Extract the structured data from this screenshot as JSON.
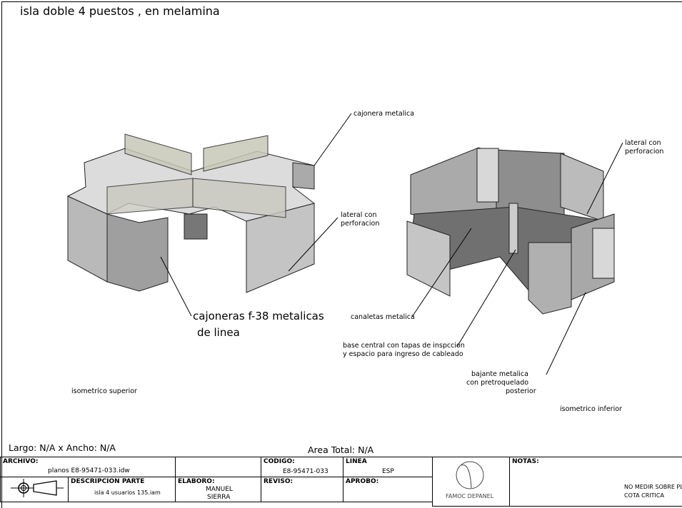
{
  "title": "isla doble 4 puestos , en melamina",
  "annotations": {
    "cajonera_metalica": "cajonera metalica",
    "lateral_perforacion_left": [
      "lateral con",
      "perforacion"
    ],
    "cajoneras_f38": [
      "cajoneras f-38 metalicas",
      "de linea"
    ],
    "lateral_perforacion_right": [
      "lateral con",
      "perforacion"
    ],
    "canaletas": "canaletas metalica",
    "base_central": [
      "base central con tapas de inspccion",
      "y espacio para ingreso de cableado"
    ],
    "bajante": [
      "bajante metalica",
      "con pretroquelado",
      "posterior"
    ],
    "view_left": "isometrico superior",
    "view_right": "isometrico inferior"
  },
  "dimensions": {
    "size": "Largo: N/A x Ancho: N/A",
    "area": "Area Total: N/A"
  },
  "title_block": {
    "archivo_label": "ARCHIVO:",
    "archivo": "planos E8-95471-033.idw",
    "codigo_label": "CODIGO:",
    "codigo": "E8-95471-033",
    "linea_label": "LINEA",
    "linea": "ESP",
    "descripcion_label": "DESCRIPCION PARTE",
    "descripcion": "isla 4 usuarios 135.iam",
    "elaboro_label": "ELABORO:",
    "elaboro": [
      "MANUEL",
      "SIERRA"
    ],
    "reviso_label": "REVISO:",
    "aprobo_label": "APROBO:",
    "logo_text": "FAMOC DEPANEL",
    "notas_label": "NOTAS:",
    "notas": [
      "NO MEDIR SOBRE PLANO",
      "COTA CRITICA"
    ]
  }
}
